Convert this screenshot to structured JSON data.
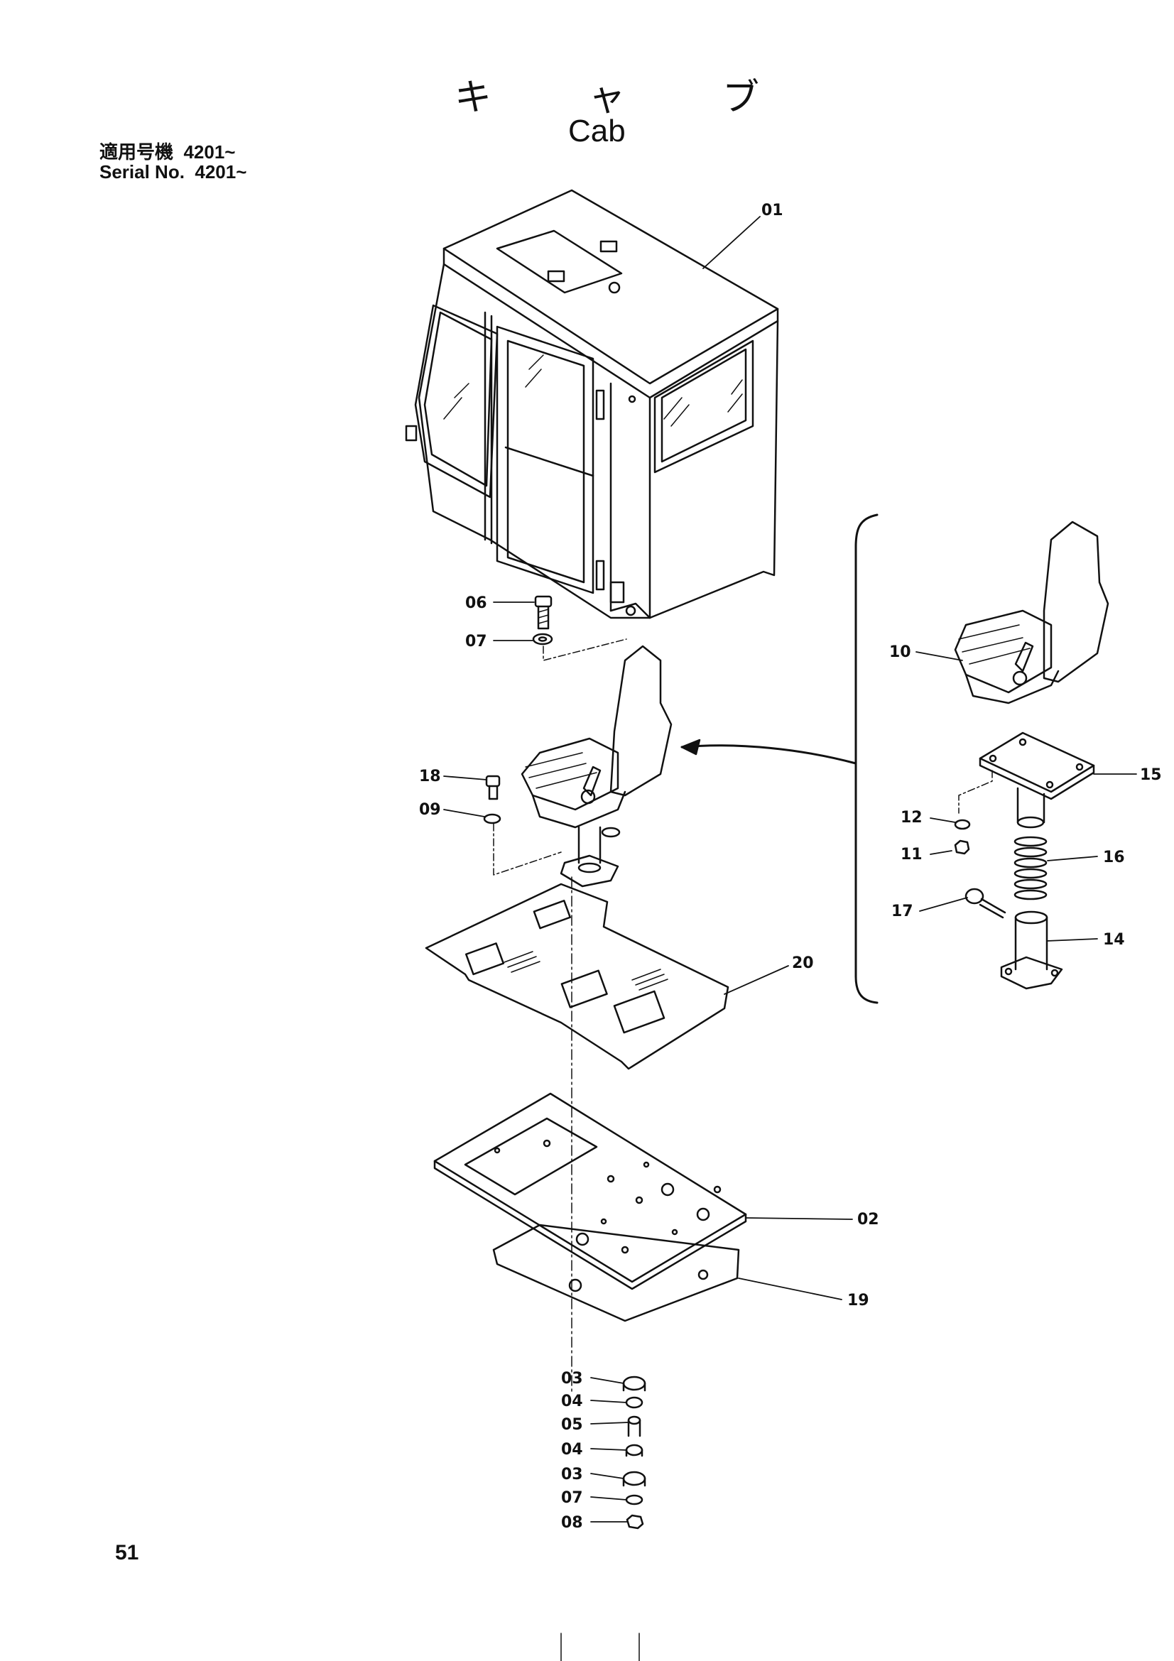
{
  "title_jp": "キ ャ ブ",
  "title_en": "Cab",
  "serial": {
    "jp_label": "適用号機",
    "jp_value": "4201~",
    "en_label": "Serial No.",
    "en_value": "4201~"
  },
  "page_number": "51",
  "callouts": {
    "c01": "01",
    "c02": "02",
    "c03a": "03",
    "c03b": "03",
    "c04a": "04",
    "c04b": "04",
    "c05": "05",
    "c06": "06",
    "c07a": "07",
    "c07b": "07",
    "c08": "08",
    "c09": "09",
    "c10": "10",
    "c11": "11",
    "c12": "12",
    "c14": "14",
    "c15": "15",
    "c16": "16",
    "c17": "17",
    "c18": "18",
    "c19": "19",
    "c20": "20"
  }
}
